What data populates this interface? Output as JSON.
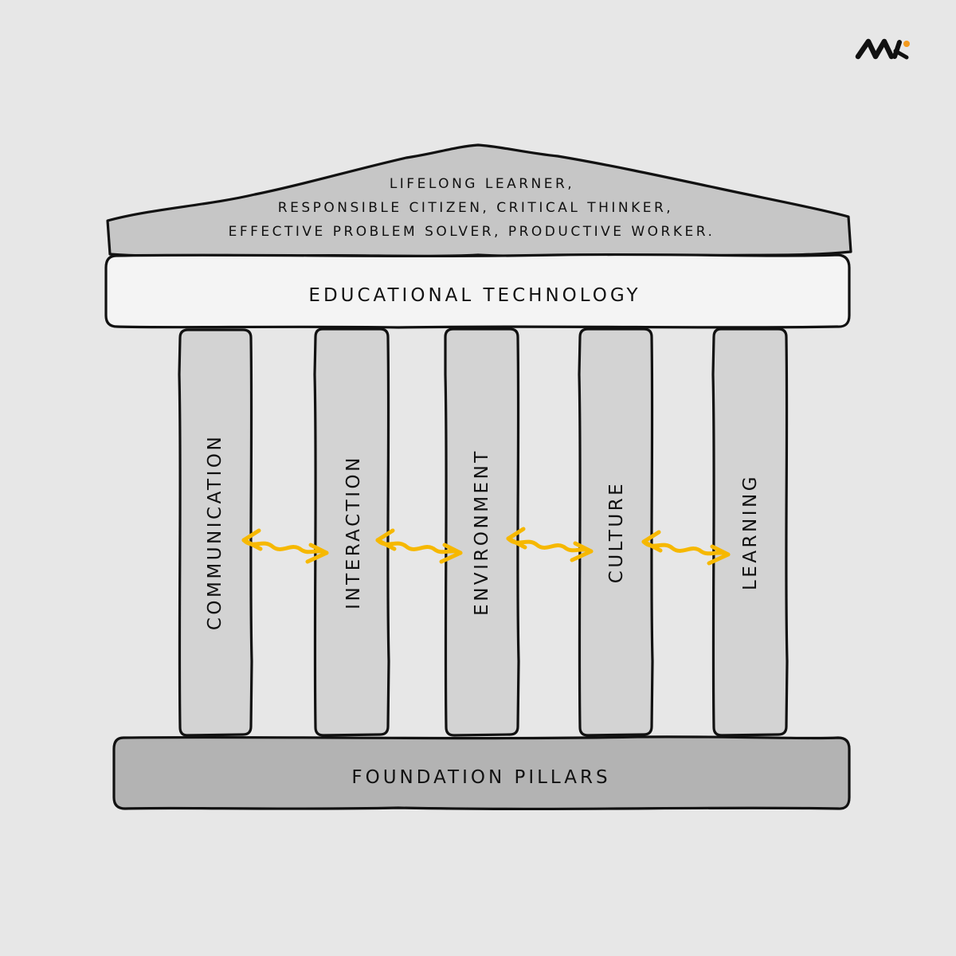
{
  "roof": {
    "lines": [
      "Lifelong learner,",
      "Responsible citizen, Critical thinker,",
      "Effective problem solver, Productive worker."
    ]
  },
  "beam": {
    "label": "Educational Technology"
  },
  "pillars": [
    {
      "label": "Communication"
    },
    {
      "label": "Interaction"
    },
    {
      "label": "Environment"
    },
    {
      "label": "Culture"
    },
    {
      "label": "Learning"
    }
  ],
  "foundation": {
    "label": "Foundation Pillars"
  },
  "colors": {
    "background": "#e7e7e7",
    "roof": "#c6c6c6",
    "beam": "#f4f4f4",
    "pillar": "#d3d3d3",
    "foundation": "#b3b3b3",
    "arrow": "#f6b800",
    "logo_dot": "#f39a1e"
  }
}
